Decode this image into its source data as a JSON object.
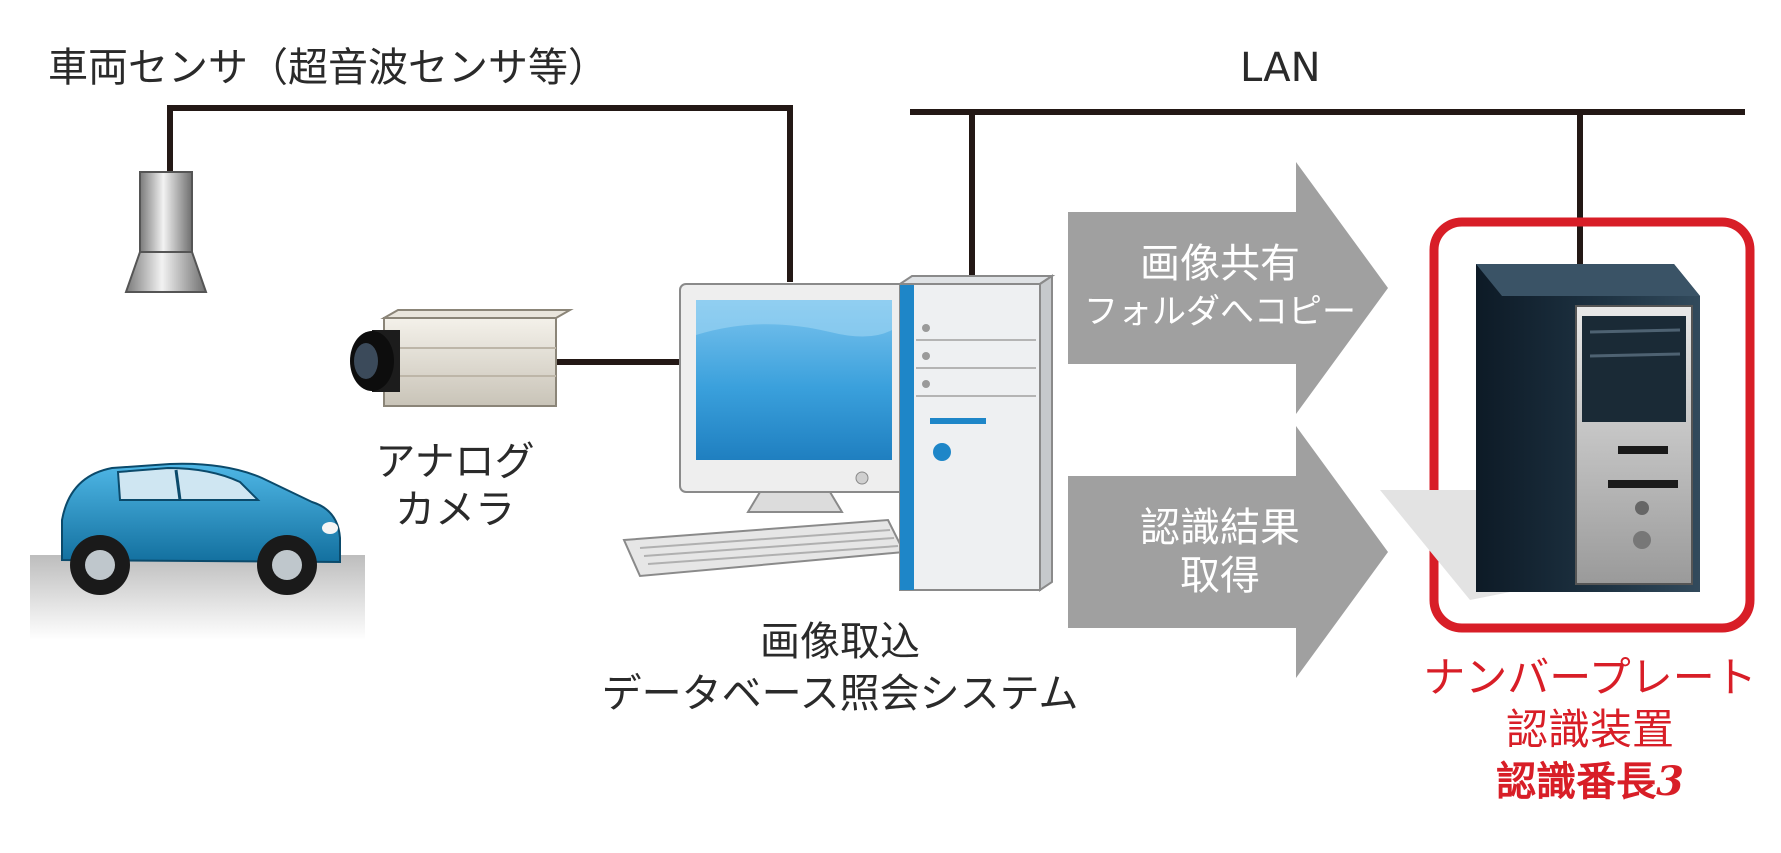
{
  "labels": {
    "sensor": "車両センサ（超音波センサ等）",
    "lan": "LAN",
    "camera_line1": "アナログ",
    "camera_line2": "カメラ",
    "pc_line1": "画像取込",
    "pc_line2": "データベース照会システム"
  },
  "arrows": {
    "share_line1": "画像共有",
    "share_line2": "フォルダへコピー",
    "result_line1": "認識結果",
    "result_line2": "取得"
  },
  "device": {
    "name_line1": "ナンバープレート",
    "name_line2": "認識装置",
    "product": "認識番長",
    "product_number": "3"
  },
  "colors": {
    "line": "#231815",
    "arrow": "#a0a0a0",
    "highlight": "#d81e27",
    "monitor_screen": "#3aa0dc",
    "car_body": "#1f8fc7"
  },
  "icons": {
    "sensor": "ultrasonic-sensor-icon",
    "camera": "analog-camera-icon",
    "car": "car-icon",
    "pc": "desktop-pc-icon",
    "server": "tower-server-icon"
  }
}
